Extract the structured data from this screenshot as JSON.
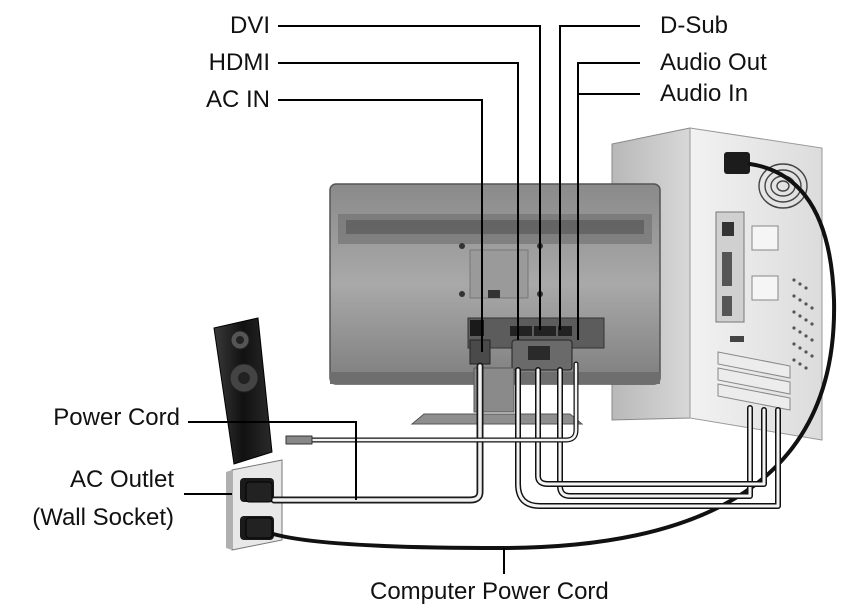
{
  "labels": {
    "dvi": "DVI",
    "hdmi": "HDMI",
    "ac_in": "AC IN",
    "d_sub": "D-Sub",
    "audio_out": "Audio Out",
    "audio_in": "Audio In",
    "power_cord": "Power Cord",
    "ac_outlet_line1": "AC Outlet",
    "ac_outlet_line2": "(Wall Socket)",
    "computer_power_cord": "Computer Power Cord"
  }
}
